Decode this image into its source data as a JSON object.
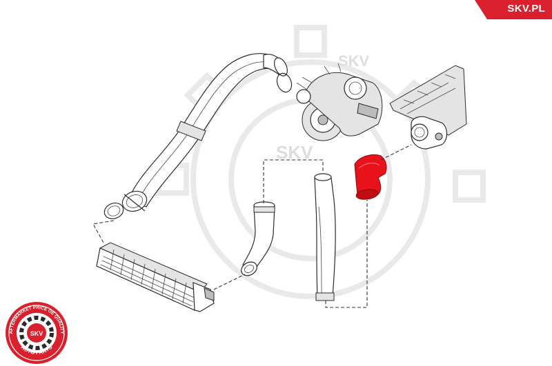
{
  "brand": {
    "name": "SKV.PL",
    "color": "#d9202c"
  },
  "badge": {
    "ring_text_top": "AFTERMARKET PRICE  OE QUALITY",
    "ring_text_bottom": "AUTO PARTS",
    "center_text": "SKV",
    "color": "#d9202c"
  },
  "watermark": {
    "text": "SKV"
  },
  "highlight": {
    "part": "intake-elbow-hose",
    "color": "#e8121a"
  }
}
